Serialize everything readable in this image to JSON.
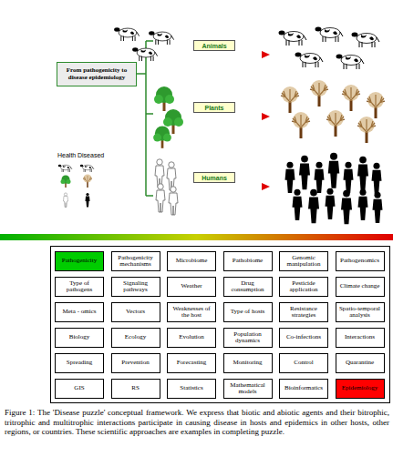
{
  "diagram": {
    "caption": "Figure 1: The 'Disease puzzle' conceptual framework. We express that biotic and abiotic agents and their bitrophic, tritrophic and multitrophic interactions participate in causing disease in hosts and epidemics in other hosts, other regions, or countries. These scientific approaches are examples in completing puzzle.",
    "nodes": [
      {
        "text": [
          "From pathogenicity to disease epidemiology"
        ]
      },
      {
        "text": [
          "Animals"
        ]
      },
      {
        "text": [
          "Plants"
        ]
      },
      {
        "text": [
          "Humans"
        ]
      },
      {
        "text": [
          "Pathogenicity"
        ]
      },
      {
        "text": [
          "Pathogenicity mechanisms"
        ]
      },
      {
        "text": [
          "Microbiome"
        ]
      },
      {
        "text": [
          "Pathobiome"
        ]
      },
      {
        "text": [
          "Genomic manipulation"
        ]
      },
      {
        "text": [
          "Pathogenomics"
        ]
      },
      {
        "text": [
          "Type of pathogens"
        ]
      },
      {
        "text": [
          "Signaling pathways"
        ]
      },
      {
        "text": [
          "Weather"
        ]
      },
      {
        "text": [
          "Drug consumption"
        ]
      },
      {
        "text": [
          "Pesticide application"
        ]
      },
      {
        "text": [
          "Climate change"
        ]
      },
      {
        "text": [
          "Meta - omics"
        ]
      },
      {
        "text": [
          "Vectors"
        ]
      },
      {
        "text": [
          "Weaknesses of the host"
        ]
      },
      {
        "text": [
          "Type of hosts"
        ]
      },
      {
        "text": [
          "Resistance strategies"
        ]
      },
      {
        "text": [
          "Spatio-temporal analysis"
        ]
      },
      {
        "text": [
          "Biology"
        ]
      },
      {
        "text": [
          "Ecology"
        ]
      },
      {
        "text": [
          "Evolution"
        ]
      },
      {
        "text": [
          "Population dynamics"
        ]
      },
      {
        "text": [
          "Co-infections"
        ]
      },
      {
        "text": [
          "Interactions"
        ]
      },
      {
        "text": [
          "Spreading"
        ]
      },
      {
        "text": [
          "Prevention"
        ]
      },
      {
        "text": [
          "Forecasting"
        ]
      },
      {
        "text": [
          "Monitoring"
        ]
      },
      {
        "text": [
          "Control"
        ]
      },
      {
        "text": [
          "Quarantine"
        ]
      },
      {
        "text": [
          "GIS"
        ]
      },
      {
        "text": [
          "RS"
        ]
      },
      {
        "text": [
          "Statistics"
        ]
      },
      {
        "text": [
          "Mathematical models"
        ]
      },
      {
        "text": [
          "Bioinformatics"
        ]
      },
      {
        "text": [
          "Epidemiology"
        ]
      }
    ],
    "labels": [
      "Health",
      "Diseased"
    ]
  }
}
